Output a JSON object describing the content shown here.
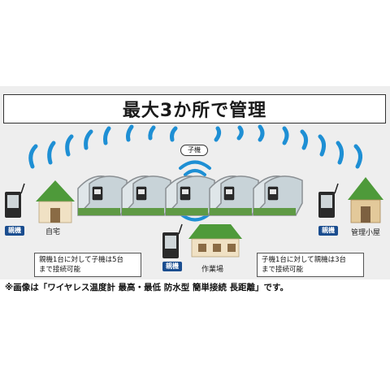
{
  "title": "最大3か所で管理",
  "child_label": "子機",
  "locations": {
    "home": "自宅",
    "workshop": "作業場",
    "shed": "管理小屋"
  },
  "parent_badge": "親機",
  "notes": {
    "left": [
      "親機1台に対して子機は5台",
      "まで接続可能"
    ],
    "right": [
      "子機1台に対して親機は3台",
      "まで接続可能"
    ]
  },
  "footnote": "※画像は「ワイヤレス温度計 最高・最低 防水型 簡単接続 長距離」です。",
  "colors": {
    "wave": "#1e8fd4",
    "badge": "#1a4d8f",
    "house_roof": "#4e9a3a",
    "house_wall": "#f0e1c4",
    "greenhouse_frame": "#8a8f93"
  }
}
